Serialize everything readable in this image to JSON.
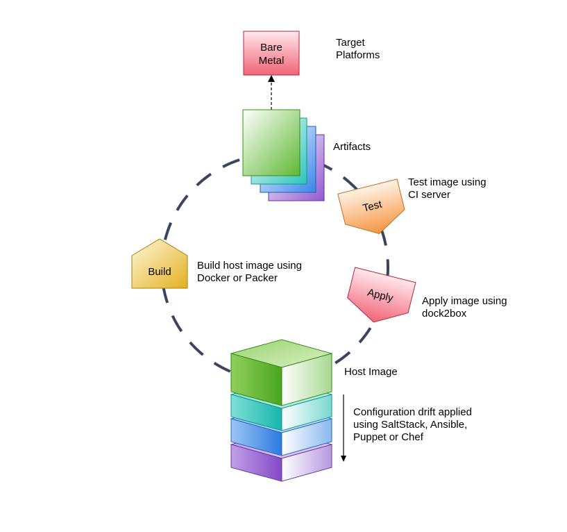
{
  "nodes": {
    "bare_metal": {
      "line1": "Bare",
      "line2": "Metal"
    },
    "build": {
      "label": "Build"
    },
    "test": {
      "label": "Test"
    },
    "apply": {
      "label": "Apply"
    }
  },
  "labels": {
    "target_platforms": {
      "line1": "Target",
      "line2": "Platforms"
    },
    "artifacts": "Artifacts",
    "test_desc": {
      "line1": "Test image using",
      "line2": "CI server"
    },
    "build_desc": {
      "line1": "Build host image using",
      "line2": "Docker or Packer"
    },
    "apply_desc": {
      "line1": "Apply image using",
      "line2": "dock2box"
    },
    "host_image": "Host Image",
    "drift_desc": {
      "line1": "Configuration drift applied",
      "line2": "using SaltStack, Ansible,",
      "line3": "Puppet or Chef"
    }
  },
  "colors": {
    "cycle": "#3a4660",
    "green": "#6bbf3c",
    "teal": "#3fc9c0",
    "blue": "#5a9ae8",
    "purple": "#9a6ad0",
    "red": "#f07a8a",
    "orange": "#f5a560",
    "yellow": "#e8c040"
  }
}
